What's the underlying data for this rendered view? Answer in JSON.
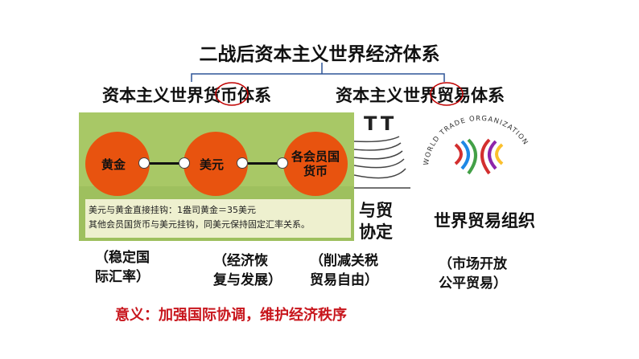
{
  "title": "二战后资本主义世界经济体系",
  "left_heading": "资本主义世界货币体系",
  "right_heading": "资本主义世界贸易体系",
  "image_money": {
    "coin_gold": "黄金",
    "coin_usd": "美元",
    "coin_members_line1": "各会员国",
    "coin_members_line2": "货币",
    "caption_line1": "美元与黄金直接挂钩：1盎司黄金＝35美元",
    "caption_line2": "其他会员国货币与美元挂钩，同美元保持固定汇率关系。"
  },
  "gatt": {
    "fragment_text": "TT",
    "label_line1": "与贸",
    "label_line2": "协定"
  },
  "wto": {
    "arc_text": "WORLD TRADE ORGANIZATION",
    "label": "世界贸易组织"
  },
  "notes": [
    {
      "line1": "（稳定国",
      "line2": "际汇率）"
    },
    {
      "line1": "（经济恢",
      "line2": "复与发展）"
    },
    {
      "line1": "（削减关税",
      "line2": "贸易自由）"
    },
    {
      "line1": "（市场开放",
      "line2": "公平贸易）"
    }
  ],
  "meaning": "意义：加强国际协调，维护经济秩序",
  "colors": {
    "connector": "#2f5597",
    "highlight_ellipse": "#c00000",
    "meaning_text": "#c8161d",
    "coin": "#e8530f",
    "image_bg": "#9ec05e"
  }
}
